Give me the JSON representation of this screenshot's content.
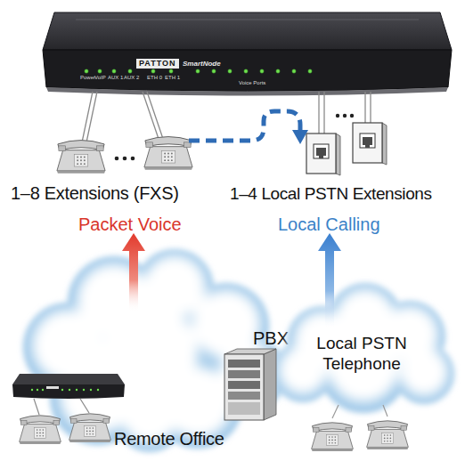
{
  "diagram": {
    "nodes": [
      {
        "text": [
          "PATTON",
          "SmartNode"
        ]
      },
      {
        "text": [
          "PBX",
          "Remote Office"
        ]
      },
      {
        "text": [
          "Local PSTN Telephone"
        ]
      }
    ],
    "labels": [
      "Power",
      "VoIP",
      "AUX 1",
      "AUX 2",
      "ETH 0",
      "ETH 1",
      "Voice Ports",
      "1–8 Extensions (FXS)",
      "1–4 Local PSTN Extensions",
      "Packet Voice",
      "Local Calling"
    ]
  }
}
